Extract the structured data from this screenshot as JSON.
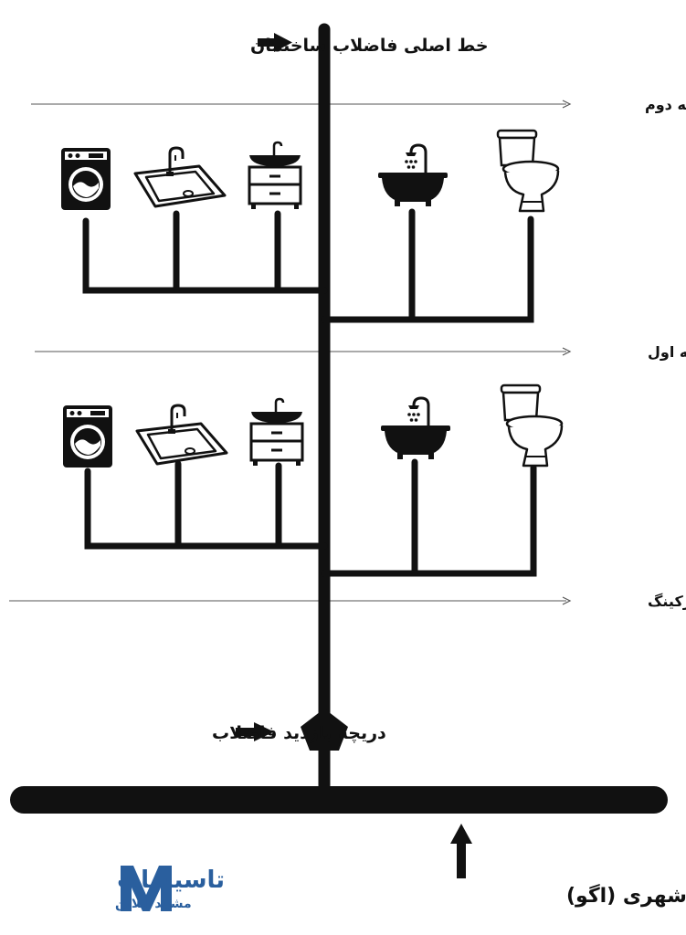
{
  "labels": {
    "main_line": "خط اصلی فاضلاب ساختمان",
    "floor_2": "طبقه دوم",
    "floor_1": "طبقه اول",
    "parking": "پارکینگ",
    "inspection": "دریچه بازدید فاضلاب",
    "city_sewer": "فاضلاب شهری (اگو)"
  },
  "logo": {
    "title": "تاسیسات",
    "subtitle": "مشهد آنلاین",
    "mark": "M",
    "color": "#2a5f9e"
  },
  "fixtures": [
    "washing-machine-icon",
    "kitchen-sink-icon",
    "vanity-sink-icon",
    "bathtub-icon",
    "toilet-icon"
  ]
}
